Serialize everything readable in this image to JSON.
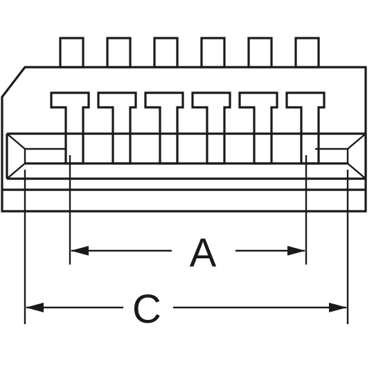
{
  "diagram": {
    "pin_count": 6,
    "dimensions": [
      {
        "id": "A",
        "label": "A"
      },
      {
        "id": "C",
        "label": "C"
      }
    ],
    "colors": {
      "ink": "#1a1a1a",
      "background": "#ffffff"
    }
  }
}
